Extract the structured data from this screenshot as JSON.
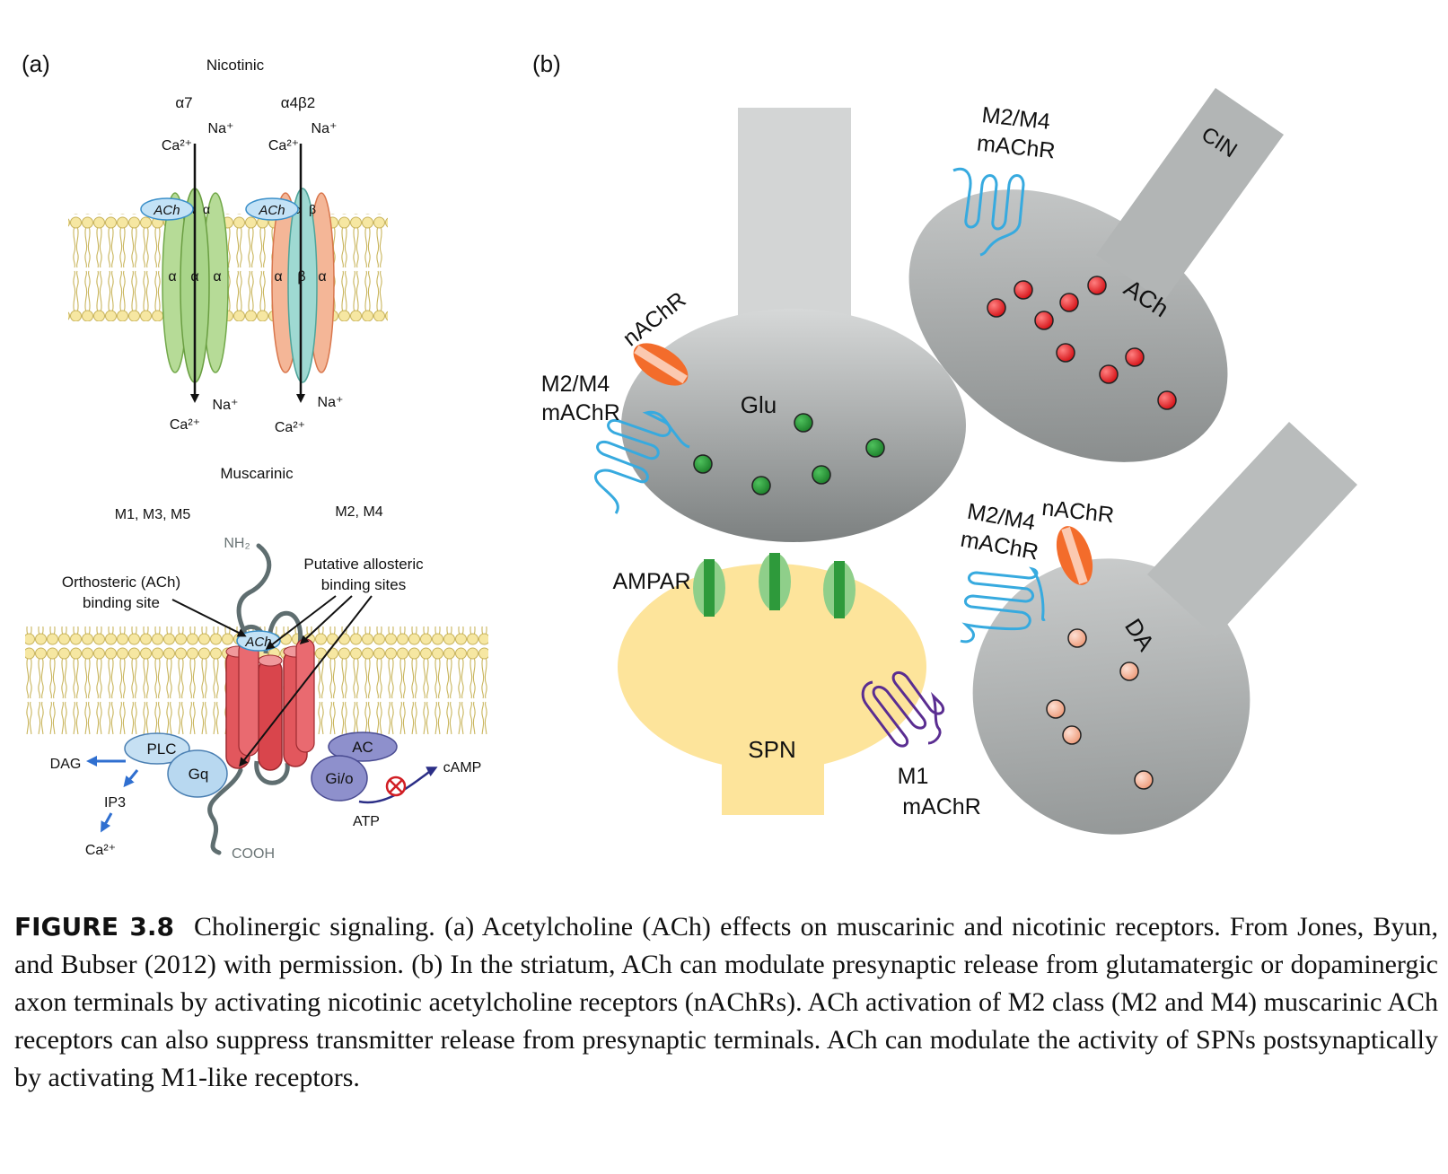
{
  "panel_a": {
    "label": "(a)",
    "nicotinic_title": "Nicotinic",
    "alpha7": "α7",
    "alpha4beta2": "α4β2",
    "na": "Na⁺",
    "ca": "Ca²⁺",
    "ach": "ACh",
    "alpha": "α",
    "beta": "β",
    "muscarinic_title": "Muscarinic",
    "m135": "M1, M3, M5",
    "m24": "M2, M4",
    "nh2": "NH₂",
    "cooh": "COOH",
    "orthosteric_line1": "Orthosteric (ACh)",
    "orthosteric_line2": "binding site",
    "allosteric_line1": "Putative allosteric",
    "allosteric_line2": "binding sites",
    "plc": "PLC",
    "gq": "Gq",
    "dag": "DAG",
    "ip3": "IP3",
    "ac": "AC",
    "gio": "Gi/o",
    "camp": "cAMP",
    "atp": "ATP"
  },
  "panel_b": {
    "label": "(b)",
    "m2m4_line1": "M2/M4",
    "machr": "mAChR",
    "nachr": "nAChR",
    "cin": "CIN",
    "ach": "ACh",
    "glu": "Glu",
    "ampar": "AMPAR",
    "spn": "SPN",
    "m1": "M1",
    "da": "DA"
  },
  "caption": {
    "label": "FIGURE 3.8",
    "text": "Cholinergic signaling. (a) Acetylcholine (ACh) effects on muscarinic and nicotinic receptors. From Jones, Byun, and Bubser (2012) with permission. (b) In the striatum, ACh can modulate presynaptic release from glutamatergic or dopaminergic axon terminals by activating nicotinic acetylcholine receptors (nAChRs). ACh activation of M2 class (M2 and M4) muscarinic ACh receptors can also suppress transmitter release from presynaptic terminals. ACh can modulate the activity of SPNs postsynaptically by activating M1-like receptors."
  },
  "colors": {
    "lipid_head": "#f6e7a2",
    "alpha_subunit": "#a9d58a",
    "beta_subunit": "#f2a98a",
    "gpcr": "#e2575d",
    "g_protein": "#b8d8f0",
    "gio_protein": "#8e90cc",
    "terminal_gray": "#a6a9a9",
    "spn": "#fde49b",
    "glu_vesicle": "#2a9a3a",
    "ach_vesicle": "#e5161a",
    "da_vesicle": "#f1a98e",
    "machr_m2m4": "#37aadf",
    "machr_m1": "#5a2d91",
    "nachr": "#f36c2b"
  }
}
